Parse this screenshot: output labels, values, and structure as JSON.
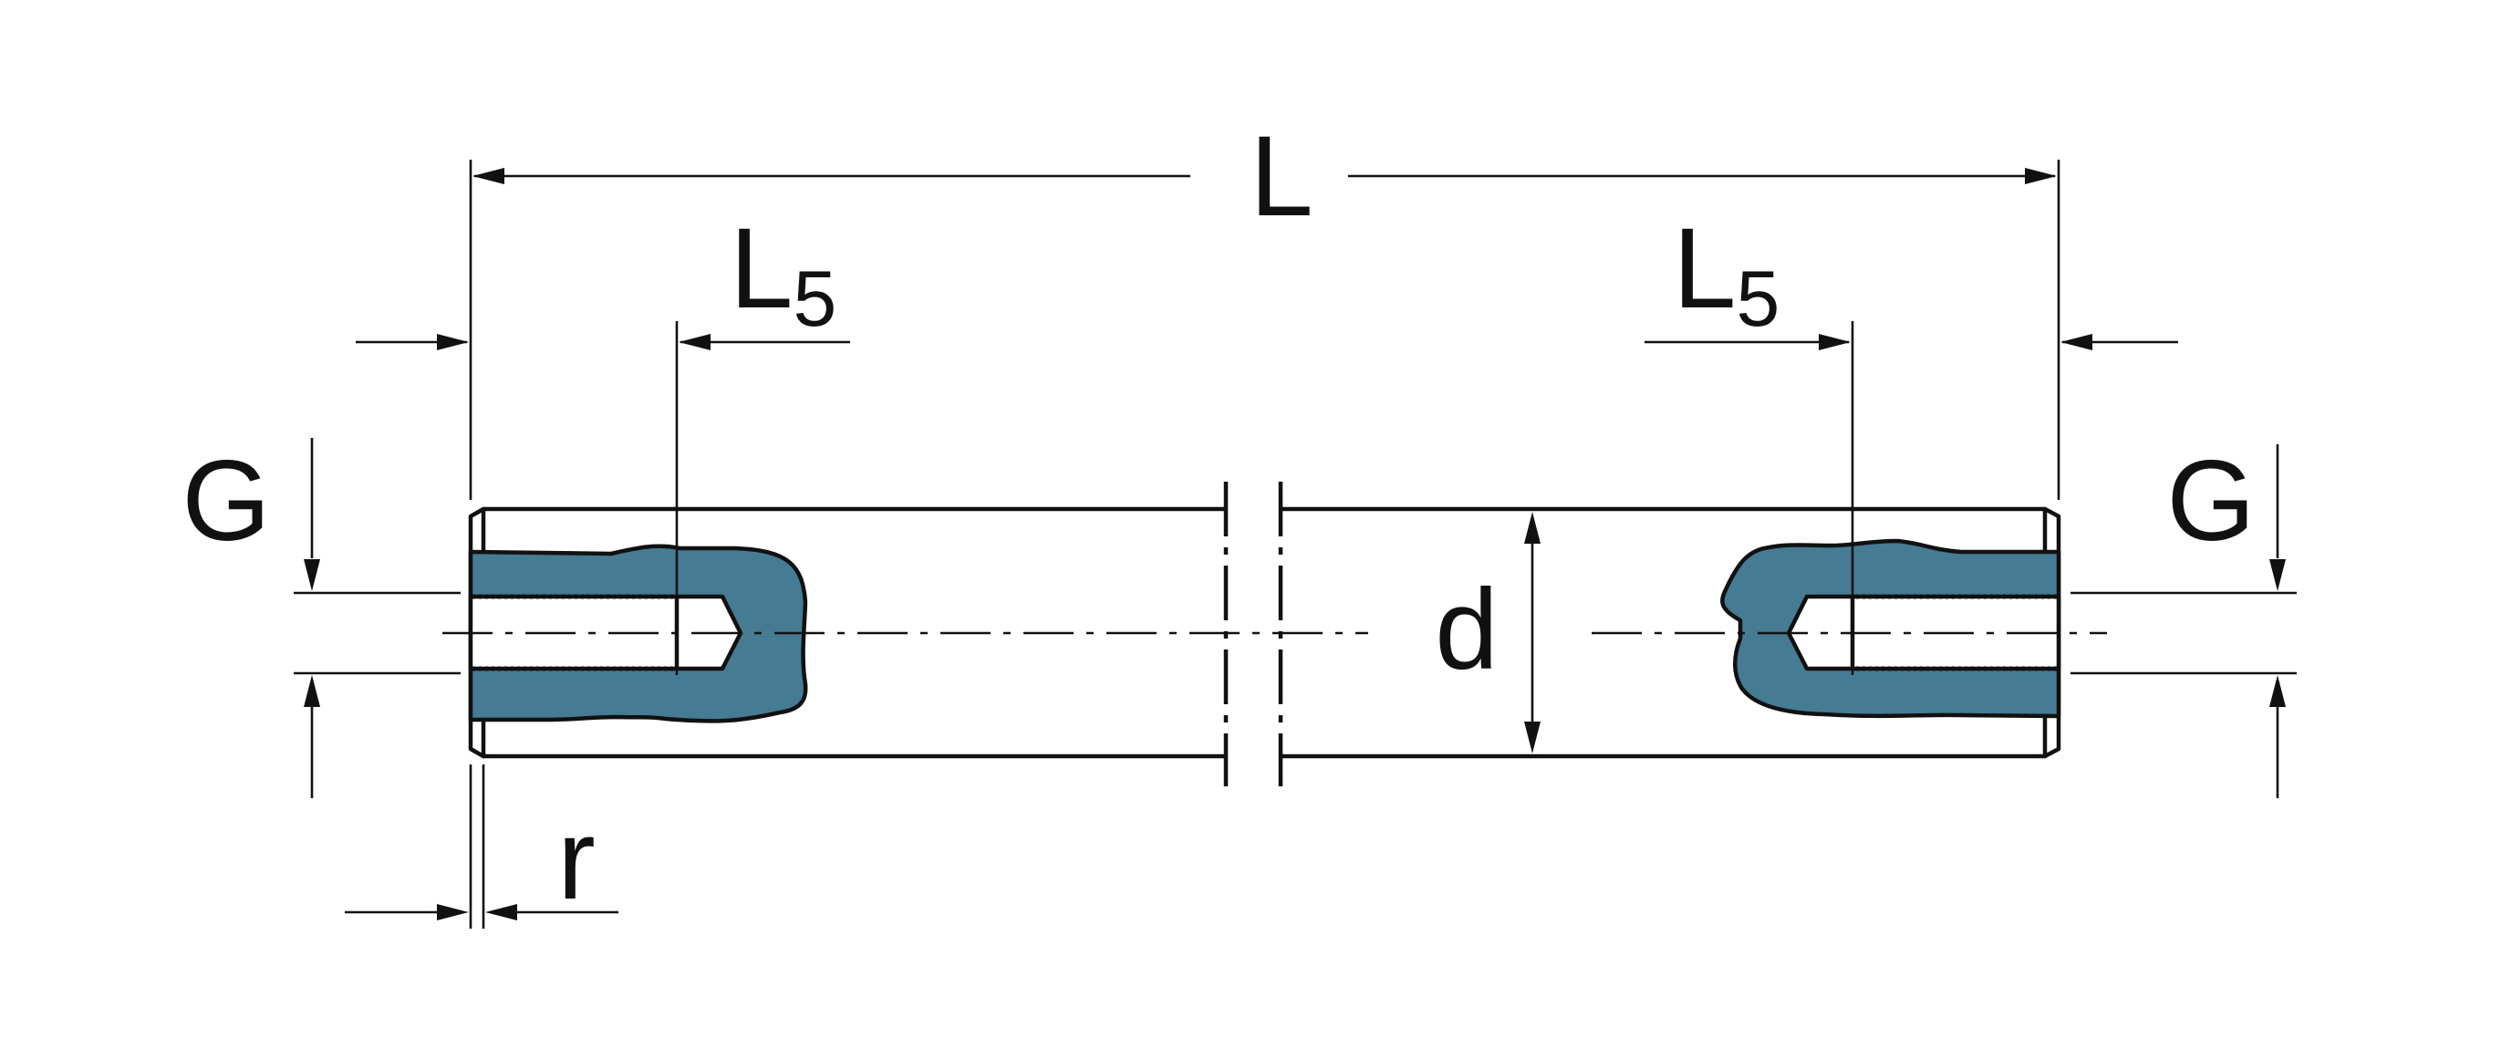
{
  "diagram": {
    "colors": {
      "line": "#111111",
      "section_fill": "#457b93",
      "background": "#ffffff"
    },
    "labels": {
      "overall_length": "L",
      "thread_depth_main": "L",
      "thread_depth_sub": "5",
      "thread": "G",
      "diameter": "d",
      "chamfer": "r"
    }
  }
}
